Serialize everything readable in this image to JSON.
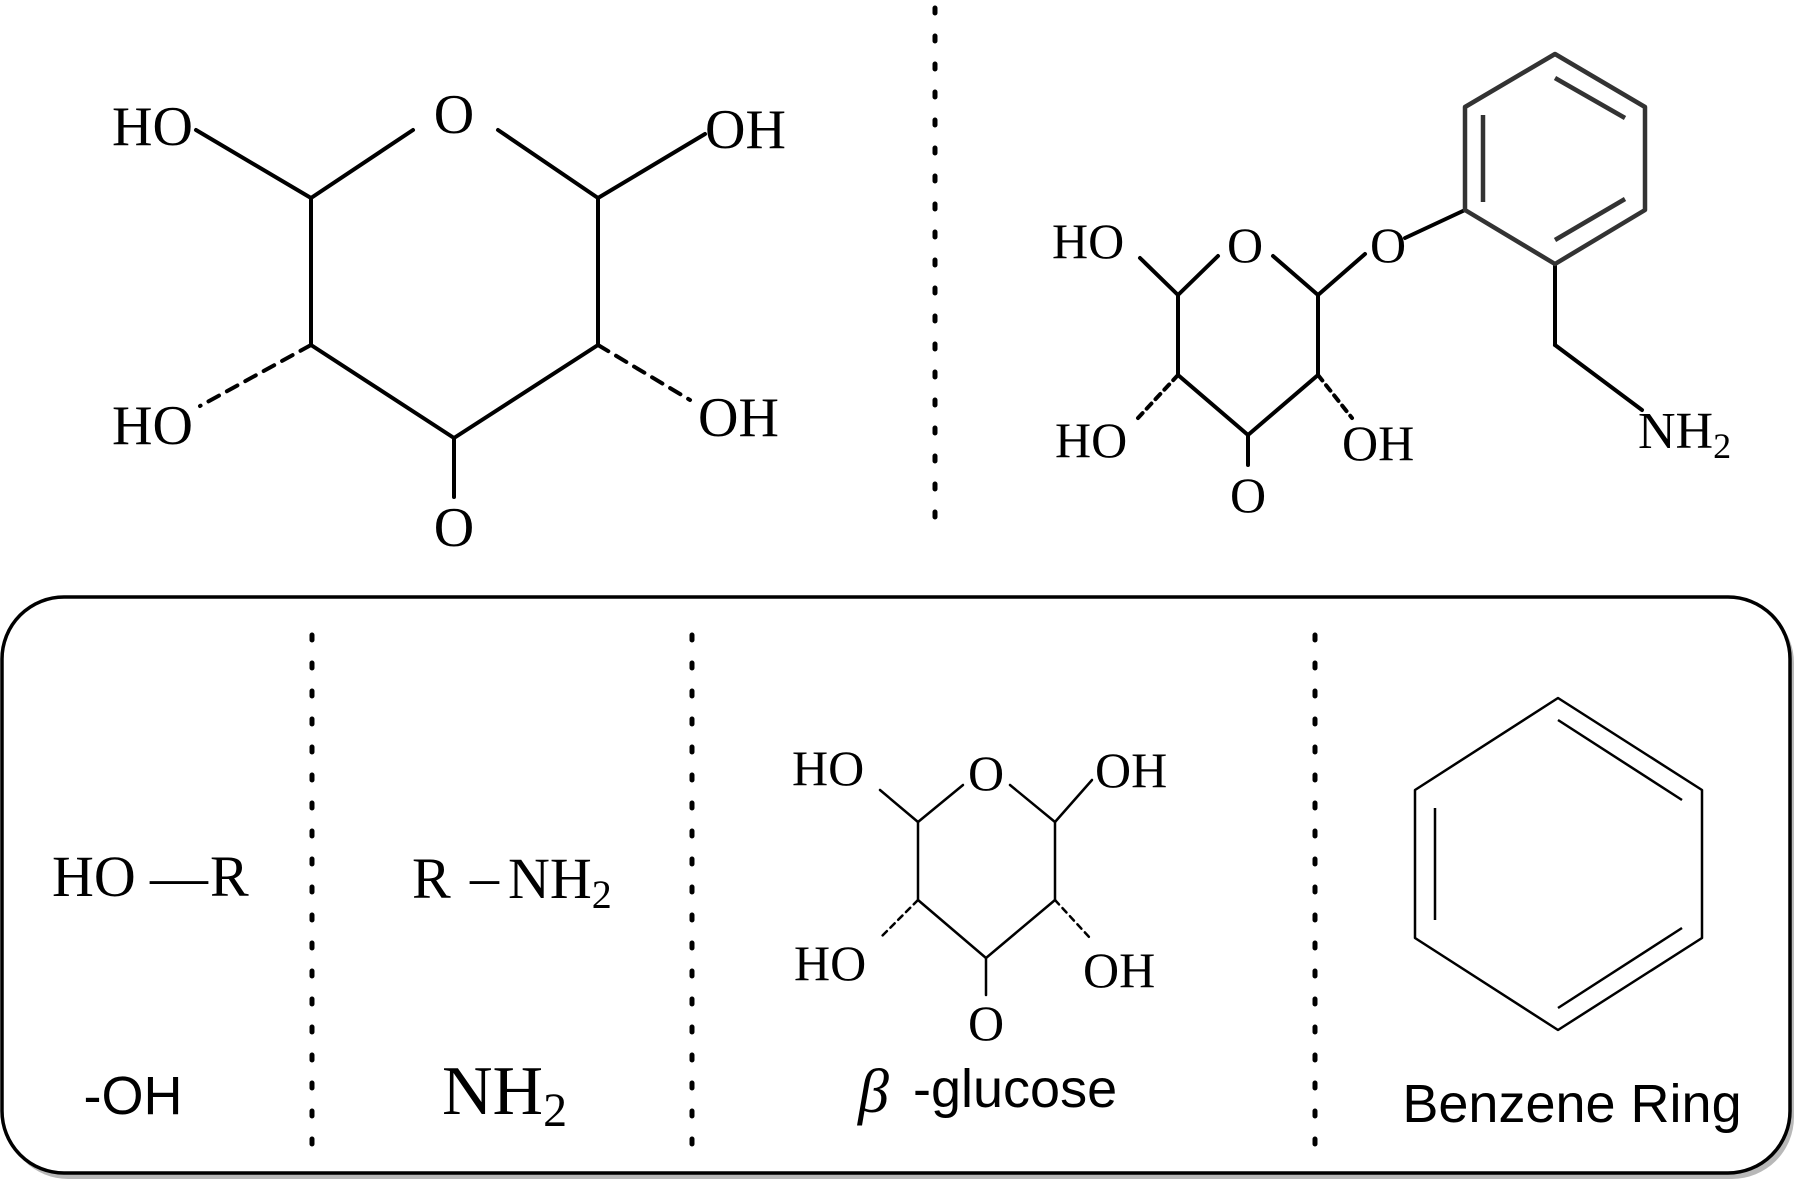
{
  "colors": {
    "ink": "#000000",
    "ring_stroke": "#333333",
    "background": "#ffffff",
    "panel_border": "#000000"
  },
  "top_glucose": {
    "o_ring": "O",
    "ho_top_left": "HO",
    "oh_top_right": "OH",
    "ho_bottom_left": "HO",
    "oh_bottom_right": "OH",
    "o_bottom": "O"
  },
  "top_conjugate": {
    "ho_top_left": "HO",
    "o_ring": "O",
    "o_link": "O",
    "ho_bottom_left": "HO",
    "oh_bottom_right": "OH",
    "o_bottom": "O",
    "nh2_main": "NH",
    "nh2_sub": "2"
  },
  "legend": {
    "hydroxyl": {
      "ho": "HO",
      "dash": "—",
      "r": "R",
      "caption": "-OH"
    },
    "amine": {
      "r": "R",
      "dash": "–",
      "nh": "NH",
      "nh_sub": "2",
      "caption_main": "NH",
      "caption_sub": "2"
    },
    "glucose": {
      "o_ring": "O",
      "ho_top_left": "HO",
      "oh_top_right": "OH",
      "ho_bottom_left": "HO",
      "oh_bottom_right": "OH",
      "o_bottom": "O",
      "caption_symbol": "β",
      "caption_text": "-glucose"
    },
    "benzene": {
      "caption": "Benzene Ring"
    }
  }
}
